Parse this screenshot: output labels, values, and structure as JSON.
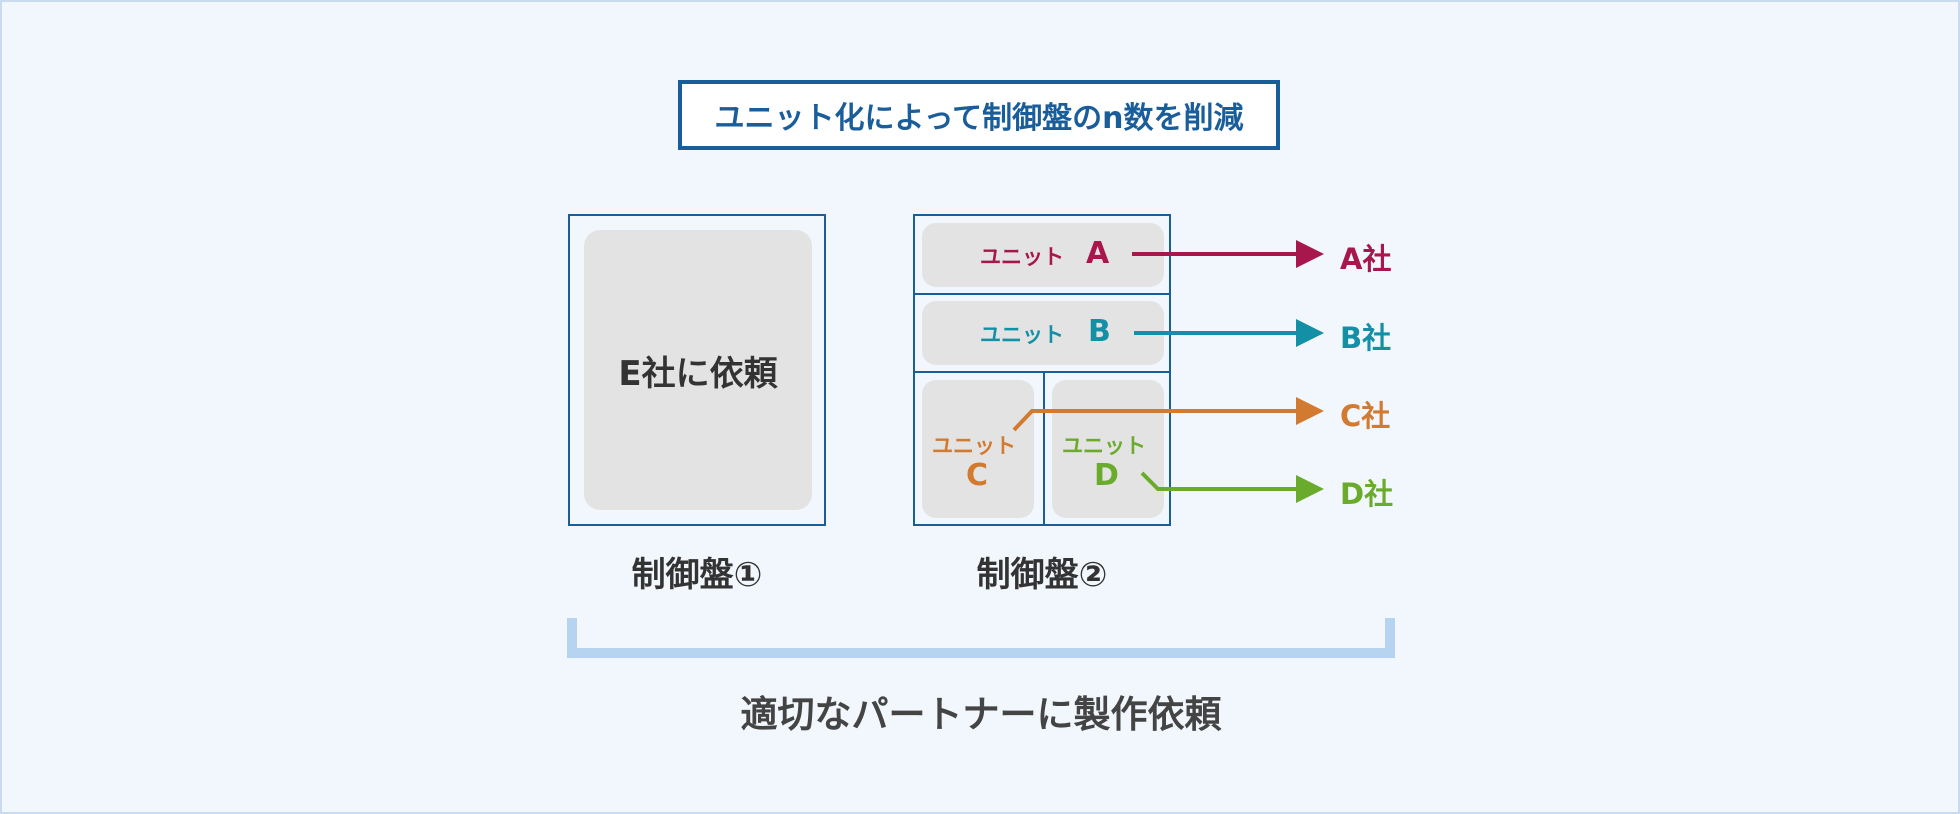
{
  "title": "ユニット化によって制御盤のn数を削減",
  "panel1": {
    "cell_label": "E社に依頼",
    "caption": "制御盤①"
  },
  "panel2": {
    "caption": "制御盤②",
    "units": [
      {
        "prefix": "ユニット",
        "letter": "A",
        "company": "A社",
        "color": "#a8174c"
      },
      {
        "prefix": "ユニット",
        "letter": "B",
        "company": "B社",
        "color": "#1390a5"
      },
      {
        "prefix": "ユニット",
        "letter": "C",
        "company": "C社",
        "color": "#d27a2f"
      },
      {
        "prefix": "ユニット",
        "letter": "D",
        "company": "D社",
        "color": "#6aab2b"
      }
    ]
  },
  "bottom_caption": "適切なパートナーに製作依頼",
  "colors": {
    "frame": "#1a5d9b",
    "cell": "#e3e3e3",
    "bracket": "#b6d3ef",
    "background": "#f2f7fd"
  }
}
